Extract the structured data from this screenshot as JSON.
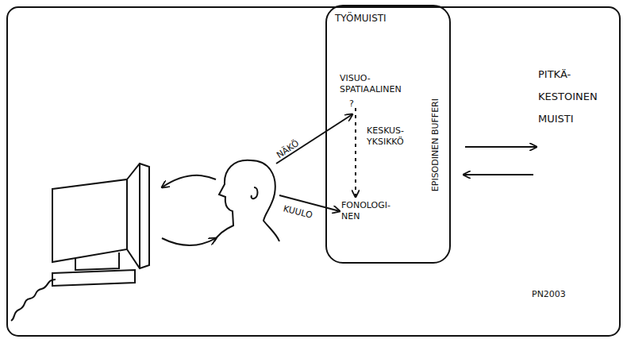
{
  "diagram": {
    "nodes": [
      {
        "text": [
          "TYÖMUISTI"
        ]
      },
      {
        "text": [
          "VISUO- SPATIAALINEN"
        ],
        "in": 0
      },
      {
        "text": [
          "KESKUS- YKSIKKÖ"
        ],
        "in": 0
      },
      {
        "text": [
          "FONOLOGI- NEN"
        ],
        "in": 0
      },
      {
        "text": [
          "EPISODINEN BUFFERI"
        ],
        "in": 0
      },
      {
        "text": [
          "PITKÄ- KESTOINEN MUISTI"
        ]
      }
    ],
    "edges": [
      {
        "from": 1,
        "to": 3,
        "arrow": "to"
      },
      {
        "from": 0,
        "to": 5,
        "arrow": "to"
      },
      {
        "from": 5,
        "to": 0,
        "arrow": "to"
      }
    ],
    "labels": [
      "NÄKÖ",
      "KUULO",
      "?",
      "PN2003"
    ]
  }
}
